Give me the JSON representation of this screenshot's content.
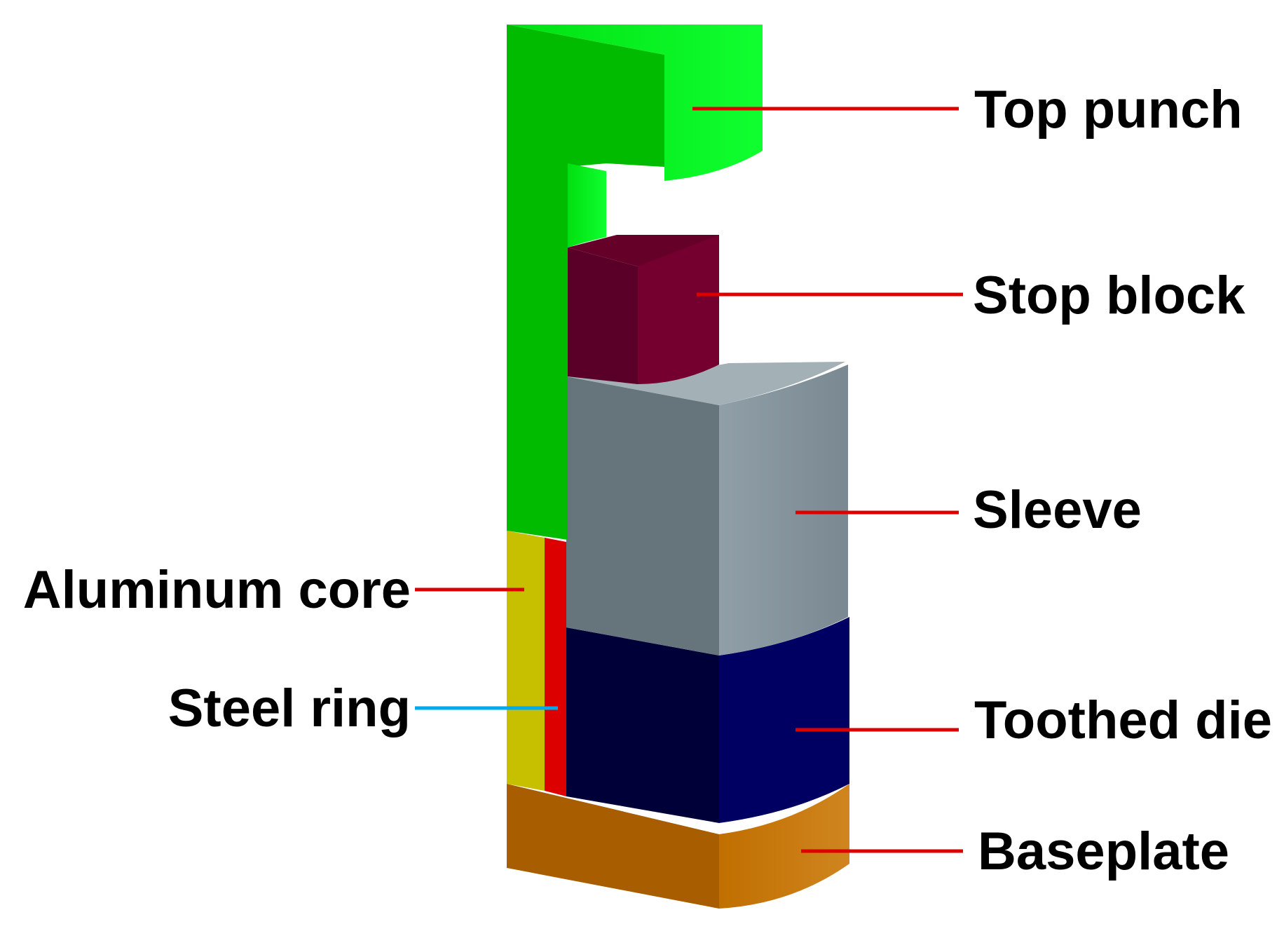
{
  "labels": {
    "top_punch": "Top punch",
    "stop_block": "Stop block",
    "sleeve": "Sleeve",
    "toothed_die": "Toothed die",
    "baseplate": "Baseplate",
    "aluminum_core": "Aluminum core",
    "steel_ring": "Steel ring"
  },
  "colors": {
    "punch_front": "#00bb00",
    "punch_side": "#00ee11",
    "stop_front": "#5a0028",
    "stop_side": "#750030",
    "sleeve_front": "#66757c",
    "sleeve_side": "#96a5ad",
    "die_front": "#000038",
    "die_side": "#000060",
    "base_front": "#a85e00",
    "base_side": "#c87a0e",
    "core": "#c6c000",
    "ring": "#dd0000",
    "leader": "#dd0000",
    "leader_ring": "#00aaee"
  }
}
